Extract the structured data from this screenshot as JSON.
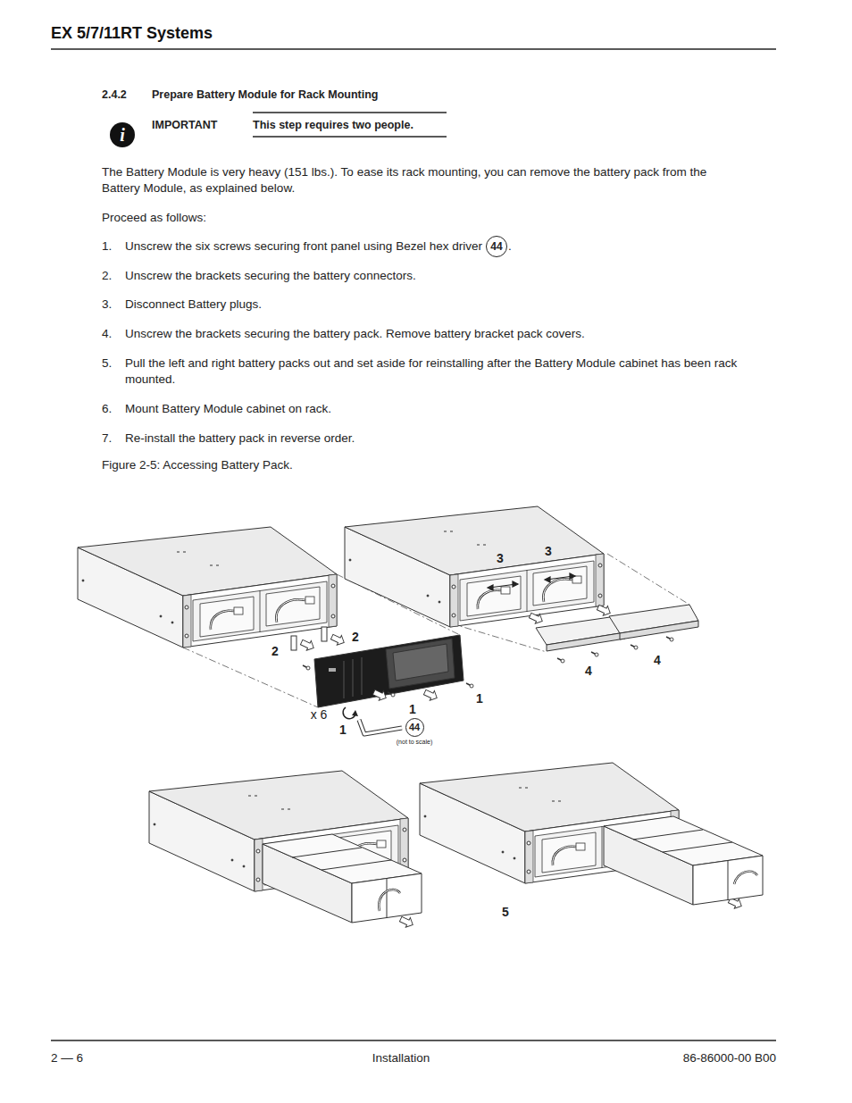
{
  "diagram": {
    "title": "EX 5/7/11RT Systems",
    "caption": "Figure 2-5:  Accessing Battery Pack.",
    "nodes": [
      {
        "text": [
          "44"
        ]
      },
      {
        "text": [
          "44"
        ]
      }
    ],
    "labels": [
      "i",
      "2.4.2",
      "Prepare Battery Module for Rack Mounting",
      "IMPORTANT",
      "This step requires two people.",
      "The Battery Module is very heavy (151 lbs.). To ease its rack mounting, you can remove the battery pack from the Battery Module, as explained below.",
      "Proceed as follows:",
      "1.",
      "Unscrew the six screws securing front panel using Bezel hex driver",
      ".",
      "2.",
      "Unscrew the brackets securing the battery connectors.",
      "3.",
      "Disconnect Battery plugs.",
      "4.",
      "Unscrew the brackets securing the battery pack. Remove battery bracket pack covers.",
      "5.",
      "Pull the left and right battery packs out and set aside for reinstalling after the Battery Module cabinet has been rack mounted.",
      "6.",
      "Mount Battery Module cabinet on rack.",
      "7.",
      "Re-install the battery pack in reverse order.",
      "3",
      "3",
      "2",
      "2",
      "4",
      "4",
      "1",
      "1",
      "x 6",
      "1",
      "(not to scale)",
      "5",
      "2 — 6",
      "Installation",
      "86-86000-00 B00"
    ]
  }
}
